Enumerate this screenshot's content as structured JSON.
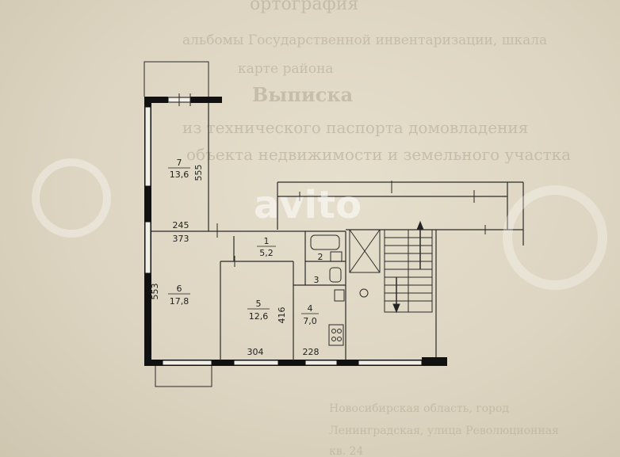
{
  "background_text": {
    "line1": "ортография",
    "line2": "альбомы Государственной инвентаризации, шкала",
    "line3": "карте района",
    "heading": "Выписка",
    "line4": "из технического паспорта домовладения",
    "line5": "объекта недвижимости и земельного участка",
    "footer1": "Новосибирская область, город",
    "footer2": "Ленинградская, улица Революционная",
    "footer3": "кв. 24"
  },
  "watermark": {
    "text": "avito"
  },
  "rooms": [
    {
      "number": "7",
      "area": "13,6"
    },
    {
      "number": "6",
      "area": "17,8"
    },
    {
      "number": "1",
      "area": "5,2"
    },
    {
      "number": "2",
      "area": ""
    },
    {
      "number": "3",
      "area": ""
    },
    {
      "number": "5",
      "area": "12,6"
    },
    {
      "number": "4",
      "area": "7,0"
    }
  ],
  "dimensions": {
    "d555": "555",
    "d245": "245",
    "d373": "373",
    "d553": "553",
    "d416": "416",
    "d304": "304",
    "d228": "228"
  },
  "colors": {
    "wall": "#111111",
    "line": "#2a2a2a",
    "paper": "#e2dbc9",
    "window": "#f2efe6"
  }
}
